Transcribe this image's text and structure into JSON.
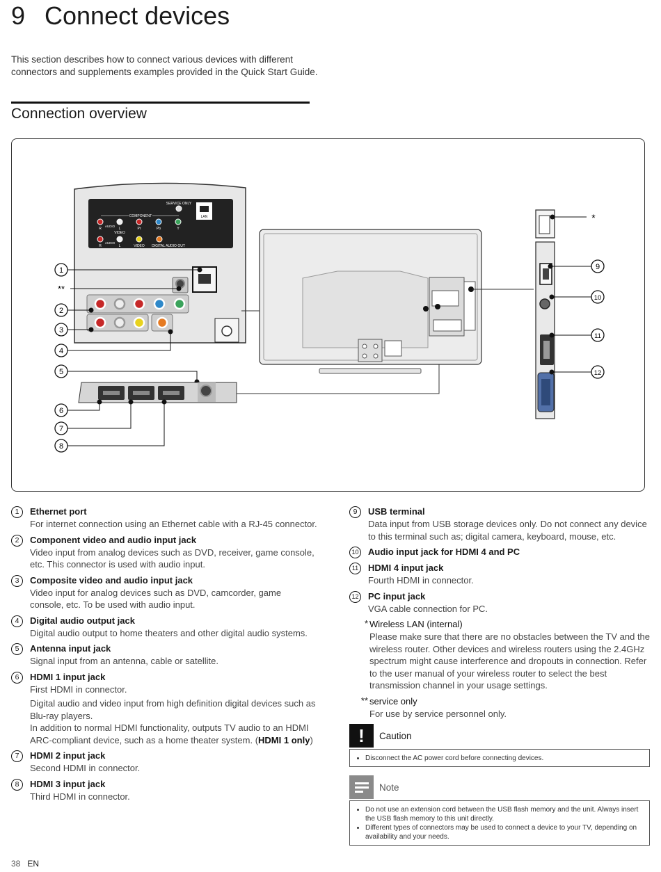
{
  "chapter": {
    "number": "9",
    "title": "Connect devices"
  },
  "intro": "This section describes how to connect various devices with different connectors and supplements examples provided in the Quick Start Guide.",
  "section_title": "Connection overview",
  "diagram": {
    "panel_labels": {
      "service_only": "SERVICE ONLY",
      "lan": "LAN",
      "component": "COMPONENT",
      "audio1": "AUDIO",
      "video": "VIDEO",
      "audio2": "AUDIO",
      "digital_audio_out": "DIGITAL AUDIO OUT",
      "r1": "R",
      "l1": "L",
      "pr": "Pr",
      "pb": "Pb",
      "y": "Y",
      "r2": "R",
      "l2": "L",
      "video_jack": "VIDEO"
    },
    "callouts": {
      "c1": "1",
      "c2": "2",
      "c3": "3",
      "c4": "4",
      "c5": "5",
      "c6": "6",
      "c7": "7",
      "c8": "8",
      "c9": "9",
      "c10": "10",
      "c11": "11",
      "c12": "12",
      "star": "*",
      "dstar": "**"
    }
  },
  "items_left": [
    {
      "marker": "1",
      "title": "Ethernet port",
      "desc": [
        "For internet connection using an Ethernet cable with a RJ-45 connector."
      ]
    },
    {
      "marker": "2",
      "title": "Component video and audio input jack",
      "desc": [
        "Video input from analog devices such as DVD, receiver, game console, etc. This connector is used with audio input."
      ]
    },
    {
      "marker": "3",
      "title": "Composite video and audio input jack",
      "desc": [
        "Video input for analog devices such as DVD, camcorder, game console, etc. To be used with audio input."
      ]
    },
    {
      "marker": "4",
      "title": "Digital audio output jack",
      "desc": [
        "Digital audio output to home theaters and other digital audio systems."
      ]
    },
    {
      "marker": "5",
      "title": "Antenna input jack",
      "desc": [
        "Signal input from an antenna, cable or satellite."
      ]
    },
    {
      "marker": "6",
      "title": "HDMI 1 input jack",
      "desc": [
        "First HDMI in connector."
      ],
      "extra": "Digital audio and video input from high definition digital devices such as Blu-ray players.",
      "extra2_pre": "In addition to normal HDMI functionality, outputs TV audio to an HDMI ARC-compliant device, such as a home theater system. (",
      "extra2_bold": "HDMI 1 only",
      "extra2_post": ")"
    },
    {
      "marker": "7",
      "title": "HDMI 2 input jack",
      "desc": [
        "Second HDMI in connector."
      ]
    },
    {
      "marker": "8",
      "title": "HDMI 3 input jack",
      "desc": [
        "Third HDMI in connector."
      ]
    }
  ],
  "items_right": [
    {
      "marker": "9",
      "title": "USB terminal",
      "desc": [
        "Data input from USB storage devices only. Do not connect any device to this terminal such as; digital camera, keyboard, mouse, etc."
      ]
    },
    {
      "marker": "10",
      "title": "Audio input jack for HDMI 4 and PC",
      "desc": []
    },
    {
      "marker": "11",
      "title": "HDMI 4 input jack",
      "desc": [
        "Fourth HDMI in connector."
      ]
    },
    {
      "marker": "12",
      "title": "PC input jack",
      "desc": [
        "VGA cable connection for PC."
      ]
    },
    {
      "marker": "*",
      "title": "Wireless LAN (internal)",
      "desc": [
        "Please make sure that there are no obstacles between the TV and the wireless router. Other devices and wireless routers using the 2.4GHz spectrum might cause interference and dropouts in connection. Refer to the user manual of your wireless router to select the best transmission channel in your usage settings."
      ]
    },
    {
      "marker": "**",
      "title": "service only",
      "desc": [
        "For use by service personnel only."
      ]
    }
  ],
  "caution": {
    "label": "Caution",
    "items": [
      "Disconnect the AC power cord before connecting devices."
    ]
  },
  "note": {
    "label": "Note",
    "items": [
      "Do not use an extension cord between the USB flash memory and the unit. Always insert the USB flash memory to this unit directly.",
      "Different types of connectors may be used to connect a device to your TV, depending on availability and your needs."
    ]
  },
  "footer": {
    "page": "38",
    "lang": "EN"
  }
}
